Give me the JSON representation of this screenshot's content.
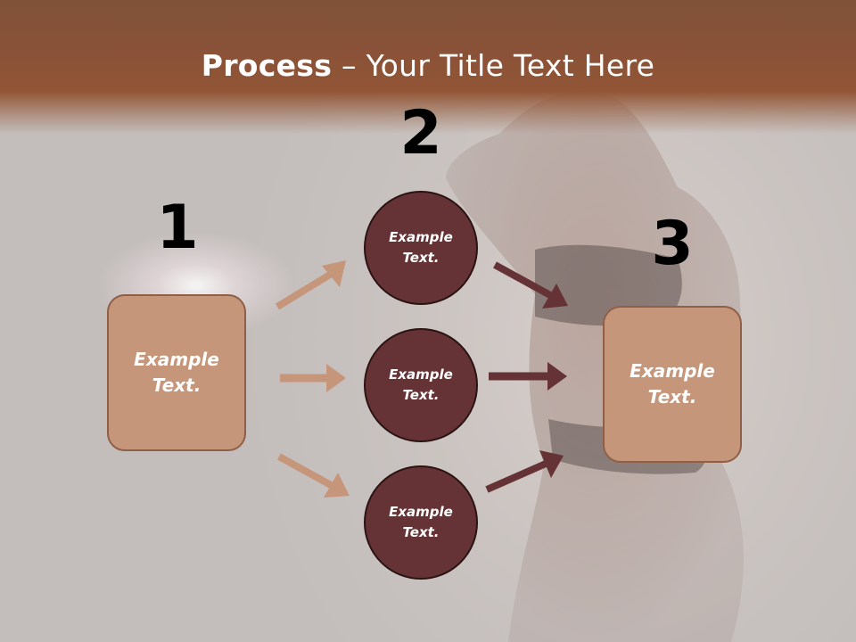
{
  "title": {
    "bold": "Process",
    "dash": " – ",
    "rest": "Your Title Text Here"
  },
  "steps": [
    {
      "number": "1",
      "text": "Example\nText."
    },
    {
      "number": "2",
      "circles": [
        "Example\nText.",
        "Example\nText.",
        "Example\nText."
      ]
    },
    {
      "number": "3",
      "text": "Example\nText."
    }
  ],
  "colors": {
    "title_band": "#8a5238",
    "box_fill": "#c6967a",
    "box_border": "#8f5f47",
    "circle_fill": "#653335",
    "arrow_light": "#c6967a",
    "arrow_dark": "#653335"
  }
}
